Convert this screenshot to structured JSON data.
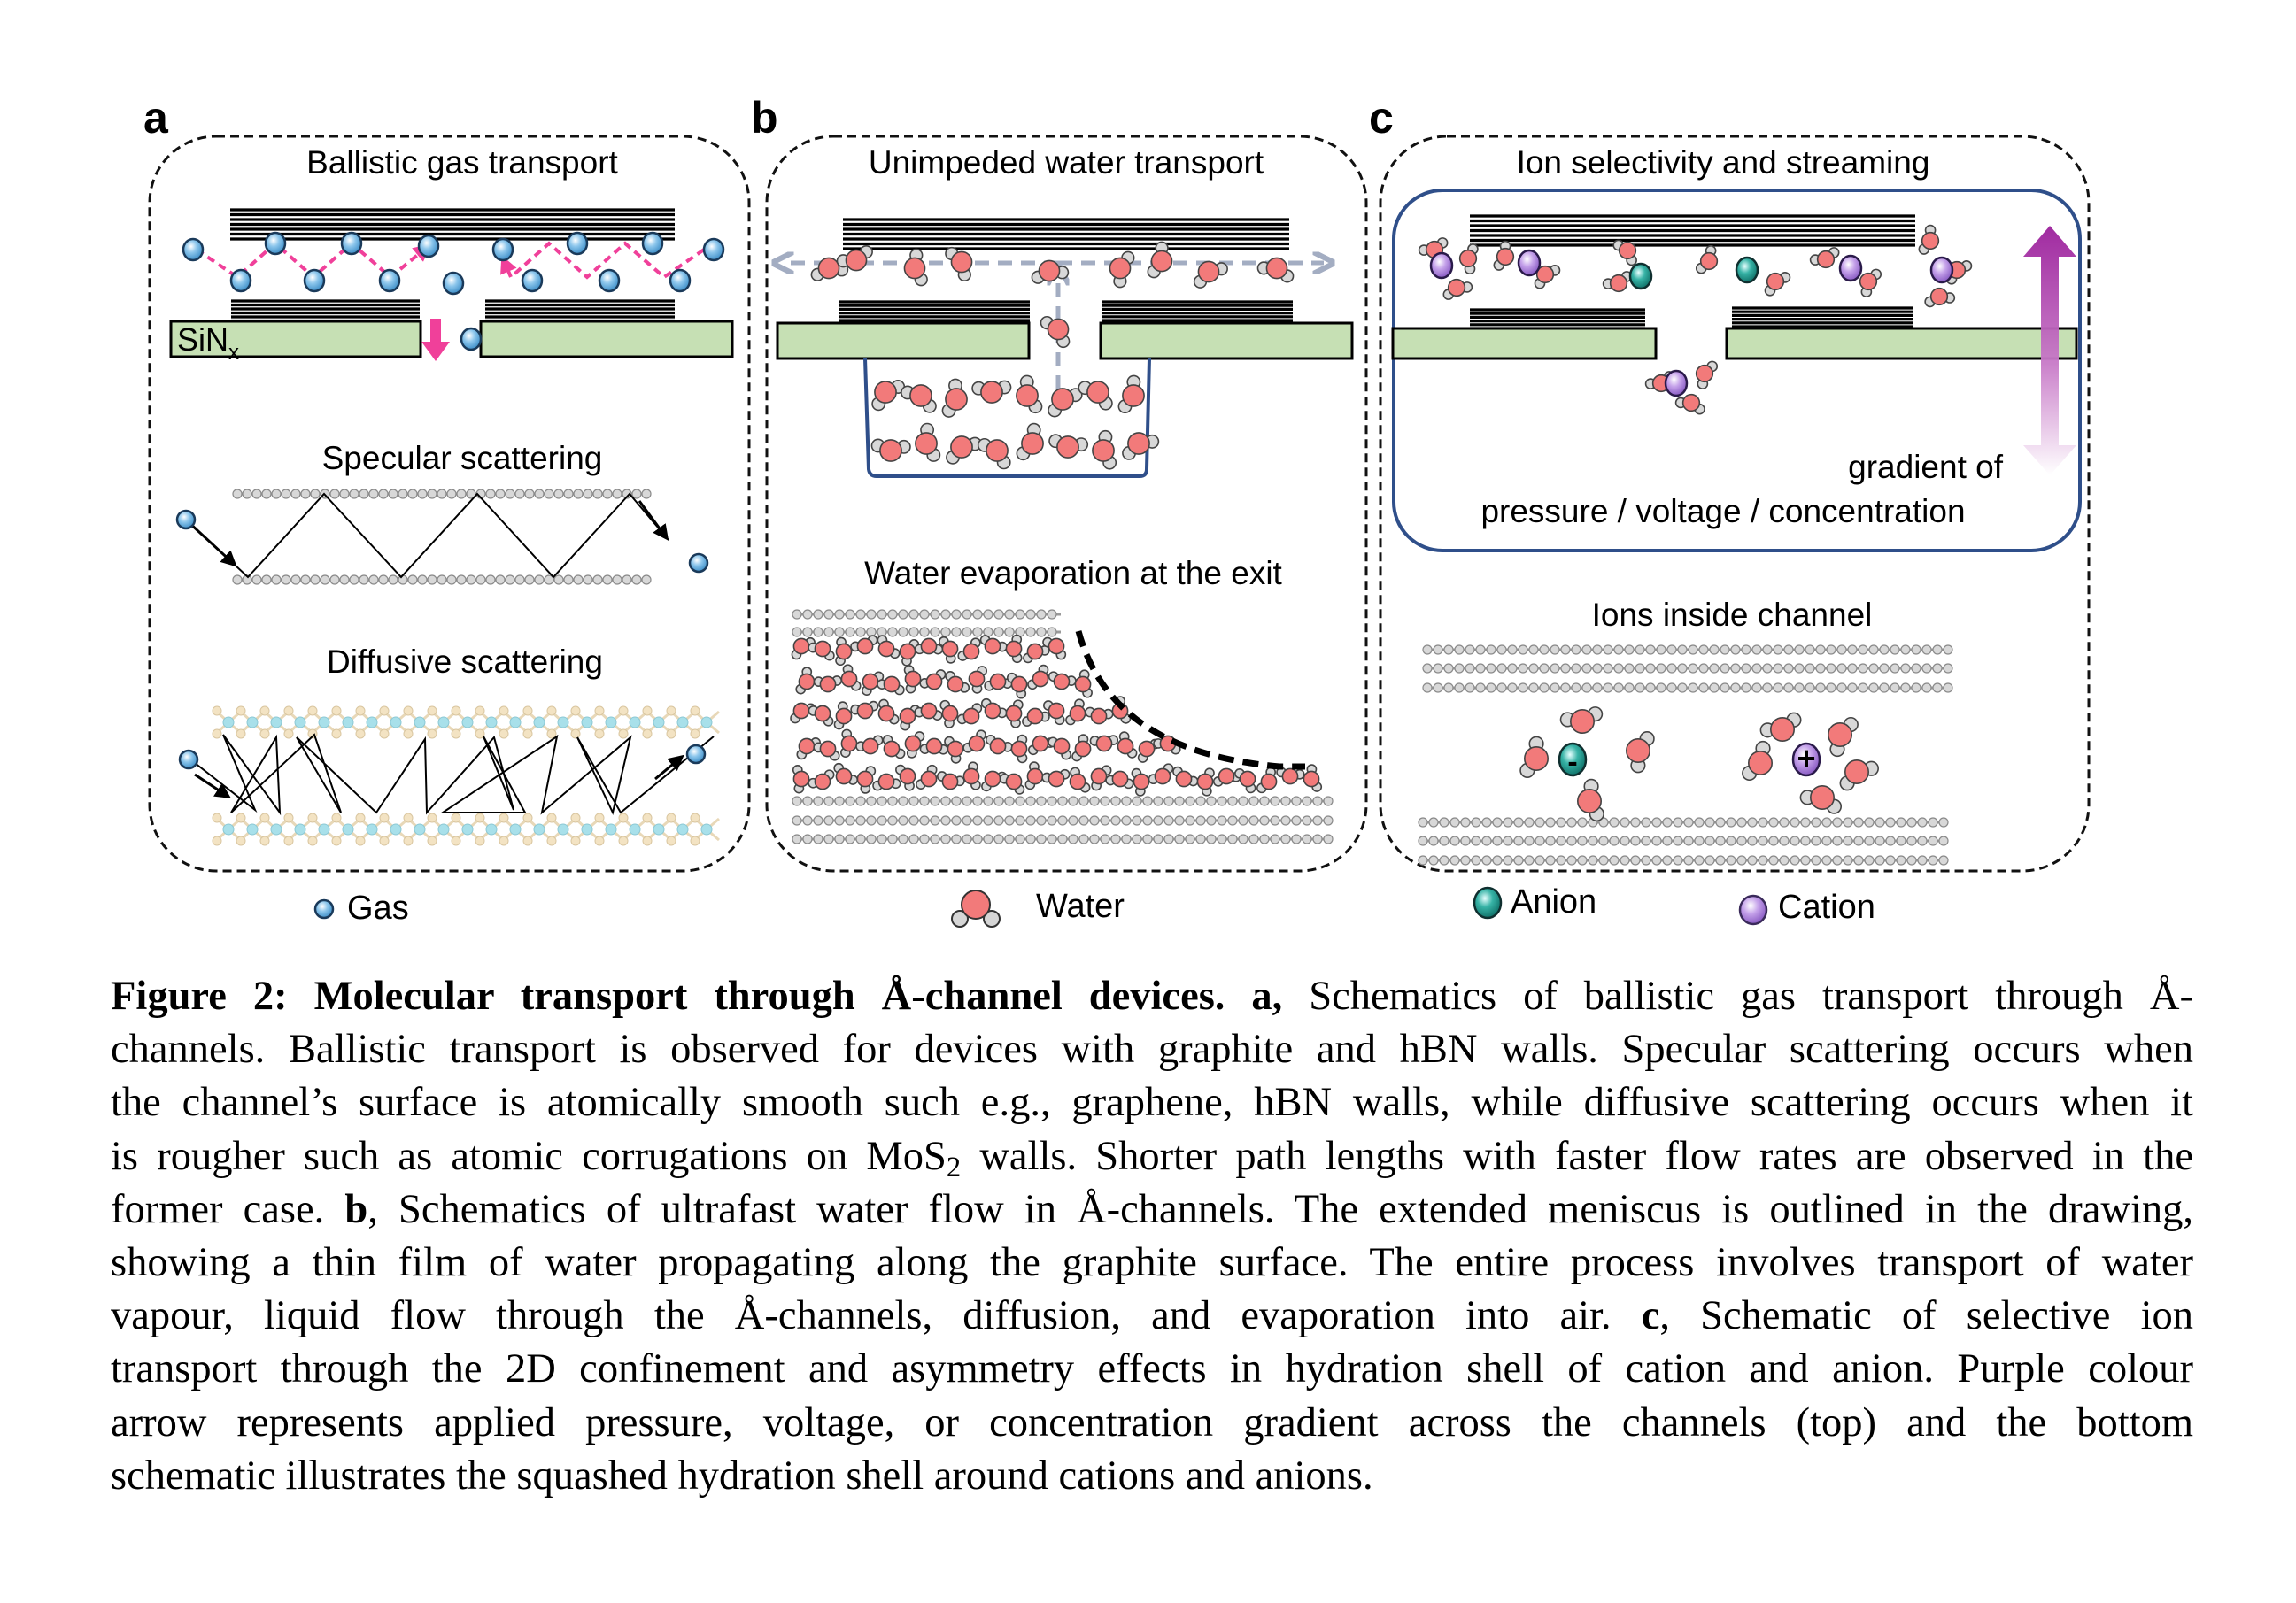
{
  "figure": {
    "panels": [
      {
        "letter": "a",
        "sections": [
          {
            "title": "Ballistic gas transport",
            "substrate_label": "SiN",
            "substrate_subscript": "x"
          },
          {
            "title": "Specular scattering"
          },
          {
            "title": "Diffusive scattering"
          }
        ],
        "legend": {
          "label": "Gas",
          "color": "#6fb3e0"
        }
      },
      {
        "letter": "b",
        "sections": [
          {
            "title": "Unimpeded water transport"
          },
          {
            "title": "Water evaporation at the exit"
          }
        ],
        "legend": {
          "label": "Water",
          "oxygen_color": "#f27a7a",
          "hydrogen_color": "#d6d6d6"
        }
      },
      {
        "letter": "c",
        "sections": [
          {
            "title": "Ion selectivity and streaming",
            "gradient_label_line1": "gradient of",
            "gradient_label_line2": "pressure / voltage / concentration"
          },
          {
            "title": "Ions inside channel",
            "anion_symbol": "-",
            "cation_symbol": "+"
          }
        ],
        "legend": [
          {
            "label": "Anion",
            "color": "#1f9c90"
          },
          {
            "label": "Cation",
            "color": "#b98be0"
          }
        ]
      }
    ],
    "colors": {
      "substrate": "#c6e0b4",
      "arrow_pink": "#f0409a",
      "frame_blue": "#2f4f8a",
      "gradient_arrow": "#9b2a9b",
      "flow_arrow": "#a3adc2"
    }
  },
  "caption": {
    "figure_label": "Figure 2: Molecular transport through Å-channel devices.",
    "lines": [
      {
        "segments": [
          {
            "b": "Figure 2: Molecular transport through Å-channel devices. a,"
          },
          {
            "t": " Schematics of ballistic gas transport through Å-"
          }
        ]
      },
      {
        "segments": [
          {
            "t": "channels. Ballistic transport is observed for devices with graphite and hBN walls. Specular scattering occurs when"
          }
        ]
      },
      {
        "segments": [
          {
            "t": "the channel’s surface is atomically smooth such e.g., graphene, hBN walls, while diffusive scattering occurs when it"
          }
        ]
      },
      {
        "segments": [
          {
            "t": "is rougher such as atomic corrugations on MoS"
          },
          {
            "sub": "2"
          },
          {
            "t": " walls. Shorter path lengths with faster flow rates are observed in the"
          }
        ]
      },
      {
        "segments": [
          {
            "t": "former case. "
          },
          {
            "b": "b"
          },
          {
            "t": ", Schematics of ultrafast water flow in Å-channels. The extended meniscus is outlined in the drawing,"
          }
        ]
      },
      {
        "segments": [
          {
            "t": "showing a thin film of water propagating along the graphite surface. The entire process involves transport of water"
          }
        ]
      },
      {
        "segments": [
          {
            "t": "vapour, liquid flow through the Å-channels, diffusion, and evaporation into air. "
          },
          {
            "b": "c"
          },
          {
            "t": ", Schematic of selective ion"
          }
        ]
      },
      {
        "segments": [
          {
            "t": "transport through the 2D confinement and asymmetry effects in hydration shell of cation and anion. Purple colour"
          }
        ]
      },
      {
        "segments": [
          {
            "t": "arrow represents applied pressure, voltage, or concentration gradient across the channels (top) and the bottom"
          }
        ]
      },
      {
        "segments": [
          {
            "t": "schematic illustrates the squashed hydration shell around cations and anions."
          }
        ]
      }
    ]
  }
}
